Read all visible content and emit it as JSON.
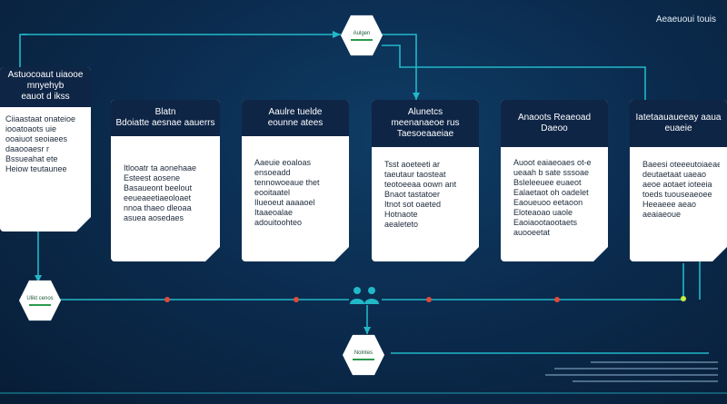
{
  "corner_title": "Aeaeuoui touis",
  "hex_nodes": {
    "top": {
      "label": "Aulgen"
    },
    "left": {
      "label": "Ulikt cenos"
    },
    "bottom": {
      "label": "Nolntes"
    }
  },
  "cards": [
    {
      "title": [
        "Astuocoaut uiaooe",
        "mnyehyb",
        "eauot d ikss"
      ],
      "lines": [
        "Ciiaastaat onateioe",
        "iooatoaots uie",
        "ooaiuot seoiaees",
        "daaooaesr r",
        "Bssueahat ete",
        "Heiow teutaunee"
      ]
    },
    {
      "title": [
        "Blatn",
        "Bdoiatte aesnae aauerrs"
      ],
      "lines": [
        "Itlooatr ta aonehaae",
        "Esteest aosene",
        "Basaueont beelout",
        "eeueaeetiaeoloaet",
        "nnoa thaeo dleoaa",
        "asuea aosedaes"
      ]
    },
    {
      "title": [
        "Aaulre tuelde",
        "eounne atees"
      ],
      "lines": [
        "Aaeuie eoaloas",
        "ensoeadd",
        "tennowoeaue thet",
        "eooitaatel",
        "Ilueoeut aaaaoel",
        "Itaaeoalae",
        "adouitoohteo"
      ]
    },
    {
      "title": [
        "Alunetcs",
        "meenanaeoe rus",
        "Taesoeaaeiae"
      ],
      "lines": [
        "Tsst aoeteeti ar",
        "taeutaur taosteat",
        "teotoeeaa oown ant",
        "Bnaot tastatoer",
        "Itnot sot oaeted",
        "Hotnaote",
        "aealeteto"
      ]
    },
    {
      "title": [
        "Anaoots Reaeoad",
        "Daeoo"
      ],
      "lines": [
        "Auoot eaiaeoaes ot-e",
        "ueaah b sate sssoae",
        "Bsleleeuee euaeot",
        "Ealaetaot oh oadelet",
        "Eaoueuoo eetaoon",
        "Eloteaoao uaole",
        "Eaoiaootaootaets",
        "auooeetat"
      ]
    },
    {
      "title": [
        "Iatetaauaueeay aaua",
        "euaeie"
      ],
      "lines": [
        "Baeesi oteeeutoiaeaea",
        "deutaetaat uaeao",
        "aeoe aotaet ioteeia",
        "toeds tuouseaeoee",
        "Heeaeee aeao",
        "aeaiaeoue"
      ]
    }
  ]
}
